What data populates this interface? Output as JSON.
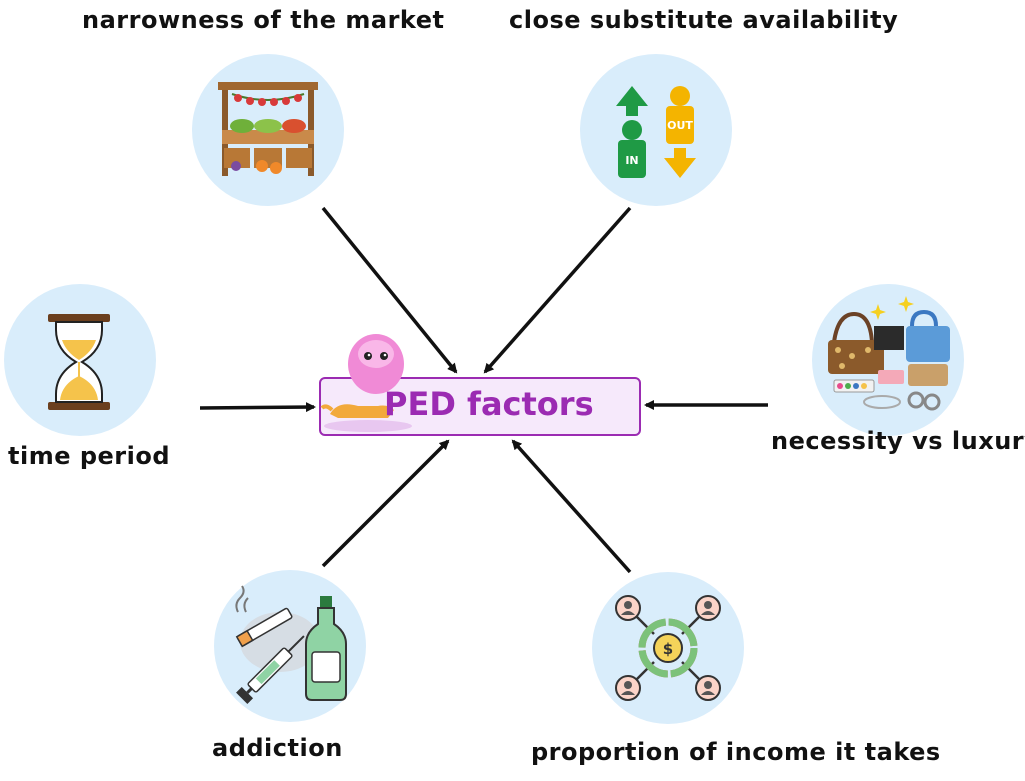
{
  "center": {
    "title": "PED factors"
  },
  "factors": {
    "narrowness": {
      "label": "narrowness of the market",
      "icon": "market-stall-icon"
    },
    "substitutes": {
      "label": "close substitute availability",
      "icon": "in-out-arrows-icon",
      "in_text": "IN",
      "out_text": "OUT"
    },
    "time": {
      "label": "time period",
      "icon": "hourglass-icon"
    },
    "necessity": {
      "label": "necessity vs luxury",
      "icon": "luxury-goods-icon"
    },
    "addiction": {
      "label": "addiction",
      "icon": "cigarette-syringe-bottle-icon"
    },
    "income": {
      "label": "proportion of income it takes",
      "icon": "money-network-icon",
      "currency": "$"
    }
  },
  "colors": {
    "circle_fill": "#d9edfb",
    "center_border": "#9b2bb2",
    "center_fill": "#f6e9fb",
    "arrow": "#111111"
  }
}
